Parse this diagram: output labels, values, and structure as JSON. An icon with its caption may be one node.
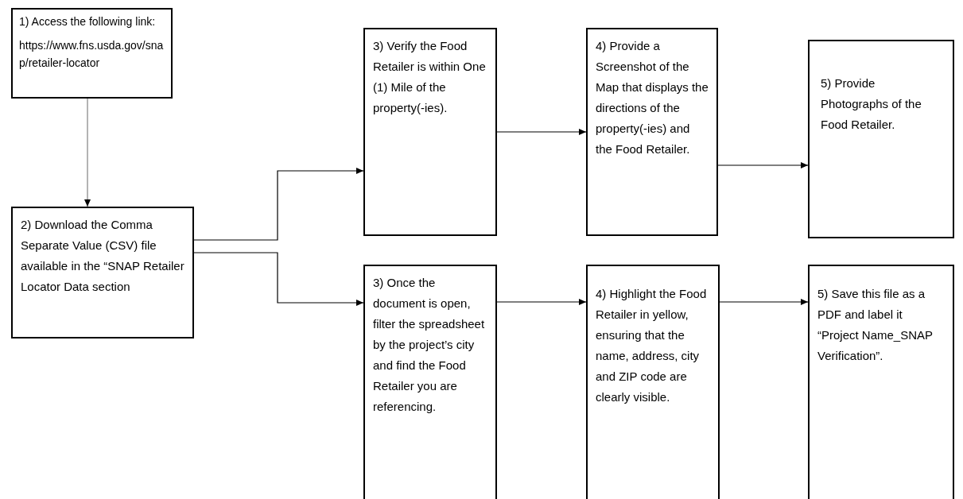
{
  "diagram": {
    "nodes": [
      {
        "text": [
          "1) Access the following link:",
          "https://www.fns.usda.gov/snap/retailer-locator"
        ]
      },
      {
        "text": [
          "2) Download the Comma Separate Value (CSV) file available in the “SNAP Retailer Locator Data section"
        ]
      },
      {
        "text": [
          "3) Verify the Food Retailer is within One (1) Mile of the property(-ies)."
        ]
      },
      {
        "text": [
          "4) Provide a Screenshot of the Map that displays the directions of the property(-ies) and the Food Retailer."
        ]
      },
      {
        "text": [
          "5) Provide Photographs of the Food Retailer."
        ]
      },
      {
        "text": [
          "3) Once the document is open, filter the spreadsheet by the project’s city and find the Food Retailer you are referencing."
        ]
      },
      {
        "text": [
          "4) Highlight the Food Retailer in yellow, ensuring that the name, address, city and ZIP code are clearly visible."
        ]
      },
      {
        "text": [
          "5) Save this file as a PDF and label it “Project Name_SNAP Verification”."
        ]
      }
    ],
    "edges": [
      {
        "from": 0,
        "to": 1,
        "arrow": "to",
        "color": "#808080"
      },
      {
        "from": 1,
        "to": 2,
        "arrow": "to"
      },
      {
        "from": 1,
        "to": 5,
        "arrow": "to"
      },
      {
        "from": 2,
        "to": 3,
        "arrow": "to"
      },
      {
        "from": 3,
        "to": 4,
        "arrow": "to"
      },
      {
        "from": 5,
        "to": 6,
        "arrow": "to"
      },
      {
        "from": 6,
        "to": 7,
        "arrow": "to"
      }
    ]
  }
}
